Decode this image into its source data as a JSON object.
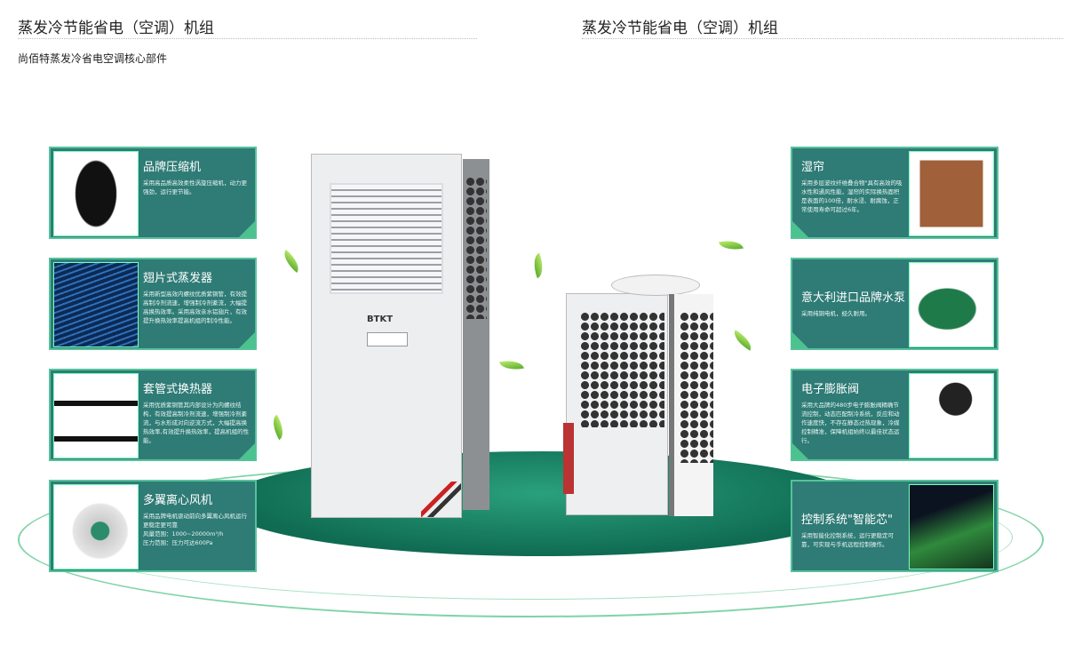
{
  "header": {
    "title_left": "蒸发冷节能省电（空调）机组",
    "title_right": "蒸发冷节能省电（空调）机组",
    "subtitle": "尚佰特蒸发冷省电空调核心部件"
  },
  "unit_brand": "BTKT",
  "left_cards": [
    {
      "title": "品牌压缩机",
      "desc": "采用高品质高效柔性涡旋压缩机，动力更强劲，运行更节能。",
      "icon": "compressor-image"
    },
    {
      "title": "翅片式蒸发器",
      "desc": "采用新型高效内螺纹优质紫铜管，有效提高制冷剂流速，增强制冷剂紊流，大幅提高换热效率。采用高效亲水铝翅片，有效提升换热效率提高机组的制冷性能。",
      "icon": "evaporator-image"
    },
    {
      "title": "套管式换热器",
      "desc": "采用优质紫铜管其内部设计为内螺纹结构，有效提高制冷剂流速，增强制冷剂紊流，与水形成对向逆流方式，大幅提高换热效率,有效提升换热效率，提高机组的性能。",
      "icon": "heat-exchanger-image"
    },
    {
      "title": "多翼离心风机",
      "desc": "采用品牌电机驱动前向多翼离心风机运行更稳定更可靠\n风量范围：1000~20000m³/h\n压力范围：压力可达600Pa",
      "icon": "fan-image"
    }
  ],
  "right_cards": [
    {
      "title": "湿帘",
      "desc": "采用多层波纹纤维叠合物\"具有高效的吸水性和通风性能，湿帘的实际换热面积是表面的100倍，耐水浸、耐腐蚀，正常使用寿命可超过6年。",
      "icon": "wet-curtain-image"
    },
    {
      "title": "意大利进口品牌水泵",
      "desc": "采用纯铜电机，经久耐用。",
      "icon": "water-pump-image"
    },
    {
      "title": "电子膨胀阀",
      "desc": "采用大品牌的480步电子膨胀阀精确节流控制，动态匹配制冷系统，反应和动作速度快，不存在静态过热现象，冷媒控制精准，保障机组始终以最佳状态运行。",
      "icon": "expansion-valve-image"
    },
    {
      "title": "控制系统\"智能芯\"",
      "desc": "采用智能化控制系统，运行更稳定可靠，可实现与手机远程控制操作。",
      "icon": "control-board-image"
    }
  ],
  "colors": {
    "card_bg": "#2f7b76",
    "card_border": "#55c29a",
    "platform": "#1a7a5e"
  }
}
